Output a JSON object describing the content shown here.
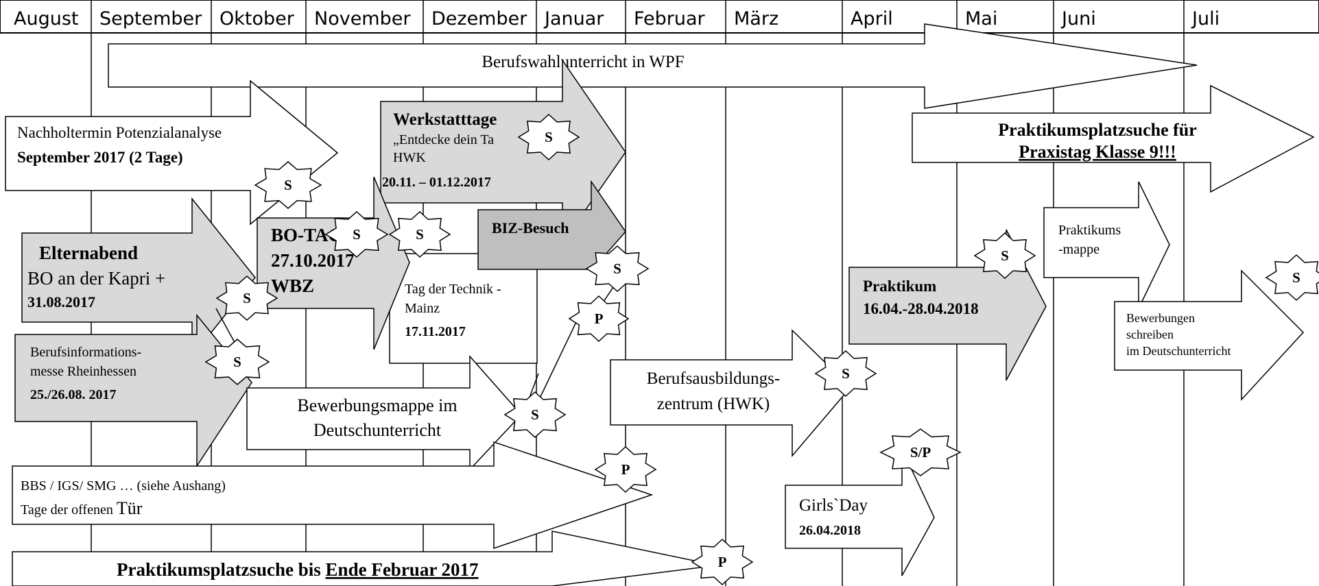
{
  "months": [
    "August",
    "September",
    "Oktober",
    "November",
    "Dezember",
    "Januar",
    "Februar",
    "März",
    "April",
    "Mai",
    "Juni",
    "Juli"
  ],
  "berufswahl": "Berufswahlunterricht in WPF",
  "nachholtermin": {
    "line1": "Nachholtermin Potenzialanalyse",
    "line2": "September 2017 (2 Tage)"
  },
  "werkstatt": {
    "title": "Werkstatttage",
    "line1": "„Entdecke dein Ta",
    "line2": "HWK",
    "date": "20.11. – 01.12.2017"
  },
  "praktikumsplatz9": {
    "line1": "Praktikumsplatzsuche für",
    "line2": "Praxistag Klasse 9!!!"
  },
  "elternabend": {
    "title": "Elternabend",
    "line1": "BO an der Kapri +",
    "date": "31.08.2017"
  },
  "botag": {
    "line1": "BO-TAG",
    "line2": "27.10.2017",
    "line3": "WBZ"
  },
  "biz": "BIZ-Besuch",
  "technik": {
    "line1": "Tag der Technik -",
    "line2": "Mainz",
    "date": "17.11.2017"
  },
  "messe": {
    "line1": "Berufsinformations-",
    "line2": "messe Rheinhessen",
    "date": "25./26.08. 2017"
  },
  "bewerbungsmappe": {
    "line1": "Bewerbungsmappe im",
    "line2": "Deutschunterricht"
  },
  "bildungszentrum": {
    "line1": "Berufsausbildungs-",
    "line2": "zentrum (HWK)"
  },
  "praktikum": {
    "title": "Praktikum",
    "date": "16.04.-28.04.2018"
  },
  "praktikumsmappe": {
    "line1": "Praktikums",
    "line2": "-mappe"
  },
  "bewerbungen": {
    "line1": "Bewerbungen",
    "line2": "schreiben",
    "line3": "im Deutschunterricht"
  },
  "offenetuer": {
    "line1": "BBS / IGS/  SMG … (siehe Aushang)",
    "line2a": "Tage der offenen ",
    "line2b": "Tür"
  },
  "girlsday": {
    "line1": "Girls`Day",
    "date": "26.04.2018"
  },
  "praktikumssuche": {
    "text": "Praktikumsplatzsuche bis ",
    "underlined": "Ende Februar 2017"
  },
  "stars": [
    "S",
    "S",
    "S",
    "S",
    "S",
    "S",
    "S",
    "S",
    "S",
    "S",
    "P",
    "P",
    "P",
    "S/P"
  ],
  "colors": {
    "grey": "#d9d9d9",
    "darkgrey": "#bfbfbf",
    "line": "#000000"
  }
}
